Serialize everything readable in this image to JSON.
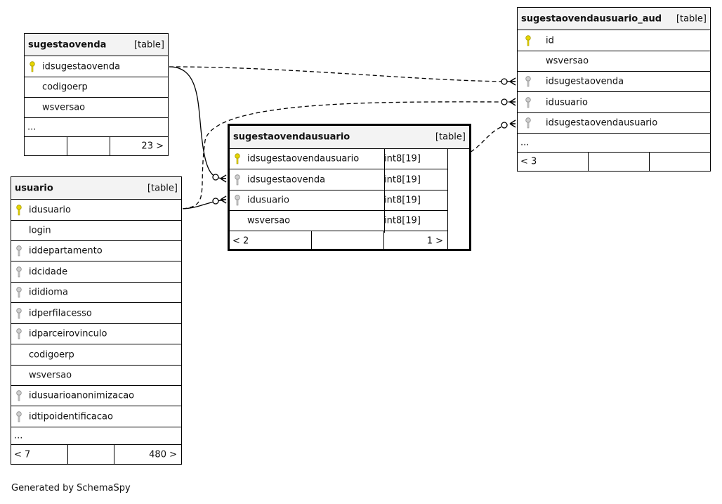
{
  "colors": {
    "primary_key": "#e6d600",
    "foreign_key": "#b0b0b0",
    "header_bg": "#f3f3f3"
  },
  "tables": {
    "sugestaovenda": {
      "name": "sugestaovenda",
      "kind": "[table]",
      "columns": [
        {
          "name": "idsugestaovenda",
          "key": "primary"
        },
        {
          "name": "codigoerp",
          "key": "none"
        },
        {
          "name": "wsversao",
          "key": "none"
        }
      ],
      "more": "...",
      "footer": {
        "left": "",
        "middle": "",
        "right": "23 >"
      }
    },
    "usuario": {
      "name": "usuario",
      "kind": "[table]",
      "columns": [
        {
          "name": "idusuario",
          "key": "primary"
        },
        {
          "name": "login",
          "key": "none"
        },
        {
          "name": "iddepartamento",
          "key": "foreign"
        },
        {
          "name": "idcidade",
          "key": "foreign"
        },
        {
          "name": "ididioma",
          "key": "foreign"
        },
        {
          "name": "idperfilacesso",
          "key": "foreign"
        },
        {
          "name": "idparceirovinculo",
          "key": "foreign"
        },
        {
          "name": "codigoerp",
          "key": "none"
        },
        {
          "name": "wsversao",
          "key": "none"
        },
        {
          "name": "idusuarioanonimizacao",
          "key": "foreign"
        },
        {
          "name": "idtipoidentificacao",
          "key": "foreign"
        }
      ],
      "more": "...",
      "footer": {
        "left": "< 7",
        "middle": "",
        "right": "480 >"
      }
    },
    "sugestaovendausuario": {
      "name": "sugestaovendausuario",
      "kind": "[table]",
      "columns": [
        {
          "name": "idsugestaovendausuario",
          "type": "int8[19]",
          "key": "primary"
        },
        {
          "name": "idsugestaovenda",
          "type": "int8[19]",
          "key": "foreign"
        },
        {
          "name": "idusuario",
          "type": "int8[19]",
          "key": "foreign"
        },
        {
          "name": "wsversao",
          "type": "int8[19]",
          "key": "none"
        }
      ],
      "footer": {
        "left": "< 2",
        "middle": "",
        "right": "1 >"
      }
    },
    "sugestaovendausuario_aud": {
      "name": "sugestaovendausuario_aud",
      "kind": "[table]",
      "columns": [
        {
          "name": "id",
          "key": "primary"
        },
        {
          "name": "wsversao",
          "key": "none"
        },
        {
          "name": "idsugestaovenda",
          "key": "foreign"
        },
        {
          "name": "idusuario",
          "key": "foreign"
        },
        {
          "name": "idsugestaovendausuario",
          "key": "foreign"
        }
      ],
      "more": "...",
      "footer": {
        "left": "< 3",
        "middle": "",
        "right": ""
      }
    }
  },
  "relationships": [
    {
      "from": "sugestaovenda.idsugestaovenda",
      "to": "sugestaovendausuario.idsugestaovenda",
      "style": "solid"
    },
    {
      "from": "usuario.idusuario",
      "to": "sugestaovendausuario.idusuario",
      "style": "solid"
    },
    {
      "from": "sugestaovenda.idsugestaovenda",
      "to": "sugestaovendausuario_aud.idsugestaovenda",
      "style": "dashed"
    },
    {
      "from": "usuario.idusuario",
      "to": "sugestaovendausuario_aud.idusuario",
      "style": "dashed"
    },
    {
      "from": "sugestaovendausuario.idsugestaovendausuario",
      "to": "sugestaovendausuario_aud.idsugestaovendausuario",
      "style": "dashed"
    }
  ],
  "footer_text": "Generated by SchemaSpy"
}
